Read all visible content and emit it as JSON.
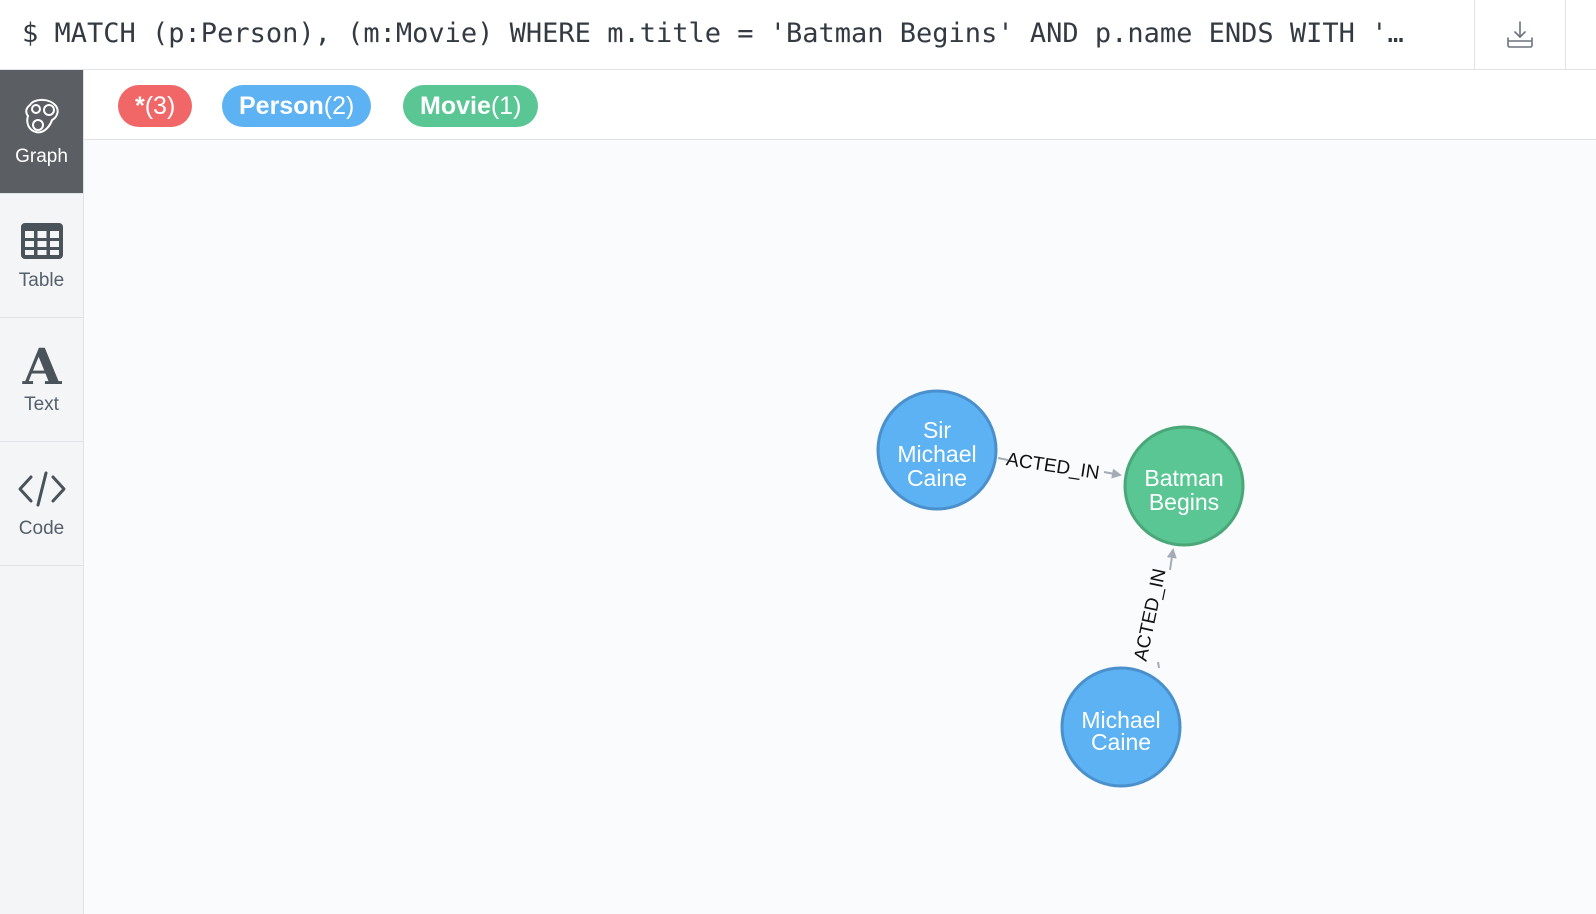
{
  "query": "$ MATCH (p:Person), (m:Movie) WHERE m.title = 'Batman Begins' AND p.name ENDS WITH '…",
  "toolbar": {
    "download_icon": "download-icon"
  },
  "sidebar": {
    "items": [
      {
        "label": "Graph",
        "icon": "graph-icon",
        "active": true
      },
      {
        "label": "Table",
        "icon": "table-icon",
        "active": false
      },
      {
        "label": "Text",
        "icon": "text-icon",
        "active": false
      },
      {
        "label": "Code",
        "icon": "code-icon",
        "active": false
      }
    ]
  },
  "labels": [
    {
      "name": "*",
      "count": "(3)",
      "color": "#f16667"
    },
    {
      "name": "Person",
      "count": "(2)",
      "color": "#5db2f3"
    },
    {
      "name": "Movie",
      "count": "(1)",
      "color": "#59c694"
    }
  ],
  "graph": {
    "nodes": [
      {
        "id": "n1",
        "lines": [
          "Sir",
          "Michael",
          "Caine"
        ],
        "label": "Person",
        "color": "#5db2f3",
        "border": "#4a90cd"
      },
      {
        "id": "n2",
        "lines": [
          "Batman",
          "Begins"
        ],
        "label": "Movie",
        "color": "#59c694",
        "border": "#4aa777"
      },
      {
        "id": "n3",
        "lines": [
          "Michael",
          "Caine"
        ],
        "label": "Person",
        "color": "#5db2f3",
        "border": "#4a90cd"
      }
    ],
    "relationships": [
      {
        "type": "ACTED_IN",
        "from": "n1",
        "to": "n2"
      },
      {
        "type": "ACTED_IN",
        "from": "n3",
        "to": "n2"
      }
    ],
    "arrow_color": "#a5abb6"
  }
}
